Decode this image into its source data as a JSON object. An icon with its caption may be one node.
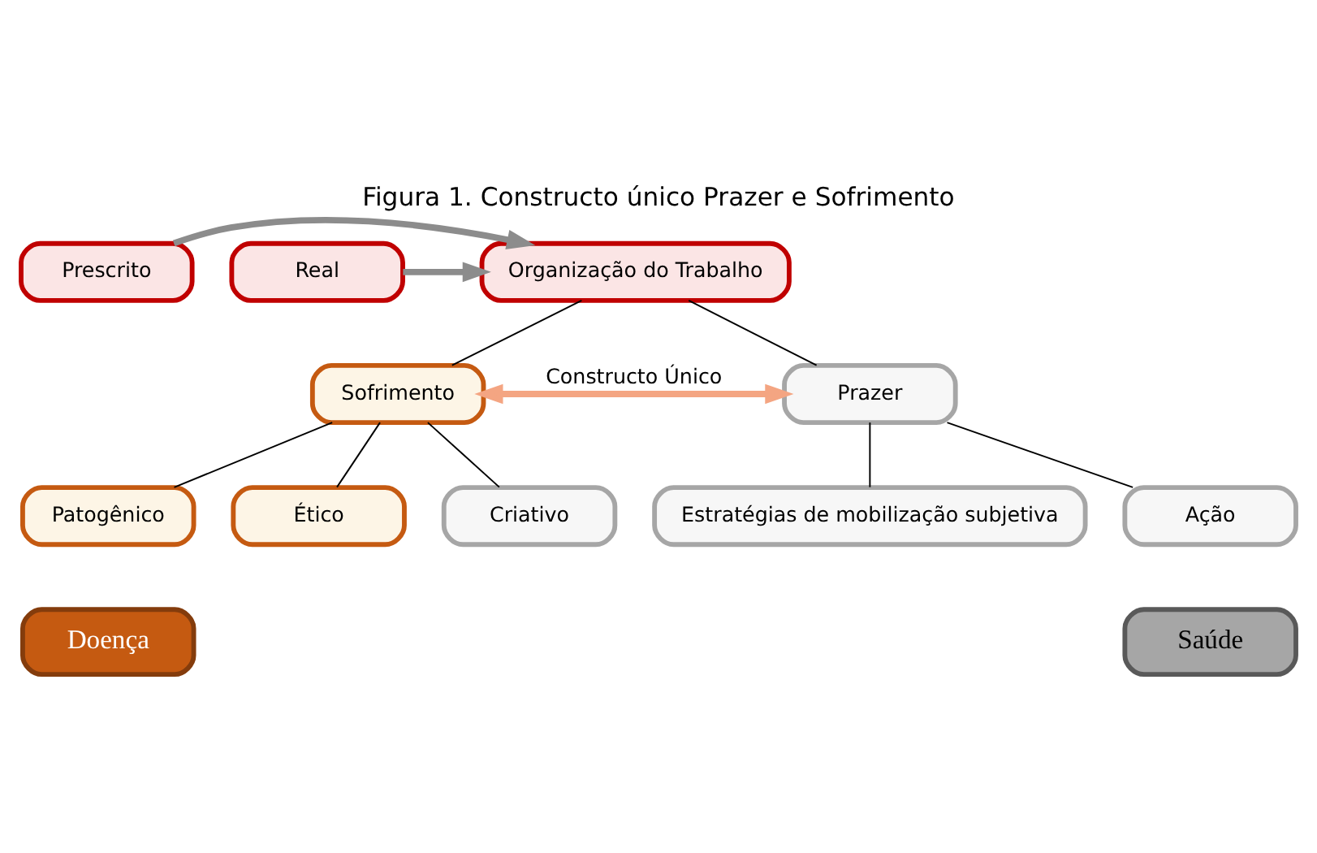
{
  "diagram": {
    "title": "Figura 1. Constructo único Prazer e Sofrimento",
    "nodes": [
      {
        "text": [
          "Prescrito"
        ]
      },
      {
        "text": [
          "Organização do Trabalho"
        ]
      },
      {
        "text": [
          "Real"
        ]
      },
      {
        "text": [
          "Sofrimento"
        ]
      },
      {
        "text": [
          "Prazer"
        ]
      },
      {
        "text": [
          "Patogênico"
        ]
      },
      {
        "text": [
          "Ético"
        ]
      },
      {
        "text": [
          "Criativo"
        ]
      },
      {
        "text": [
          "Estratégias de mobilização subjetiva"
        ]
      },
      {
        "text": [
          "Ação"
        ]
      },
      {
        "text": [
          "Doença"
        ]
      },
      {
        "text": [
          "Saúde"
        ]
      }
    ],
    "edges": [
      {
        "from": 0,
        "to": 1,
        "arrow": "to",
        "color": "#8c8c8c",
        "style": "thick"
      },
      {
        "from": 2,
        "to": 1,
        "arrow": "to",
        "color": "#8c8c8c",
        "style": "thick"
      },
      {
        "from": 1,
        "to": 3,
        "arrow": "none"
      },
      {
        "from": 1,
        "to": 4,
        "arrow": "none"
      },
      {
        "from": 3,
        "to": 4,
        "arrow": "both",
        "label": "Constructo Único",
        "color": "#f4a582",
        "style": "thick"
      },
      {
        "from": 3,
        "to": 5,
        "arrow": "none"
      },
      {
        "from": 3,
        "to": 6,
        "arrow": "none"
      },
      {
        "from": 3,
        "to": 7,
        "arrow": "none"
      },
      {
        "from": 4,
        "to": 8,
        "arrow": "none"
      },
      {
        "from": 4,
        "to": 9,
        "arrow": "none"
      }
    ]
  }
}
